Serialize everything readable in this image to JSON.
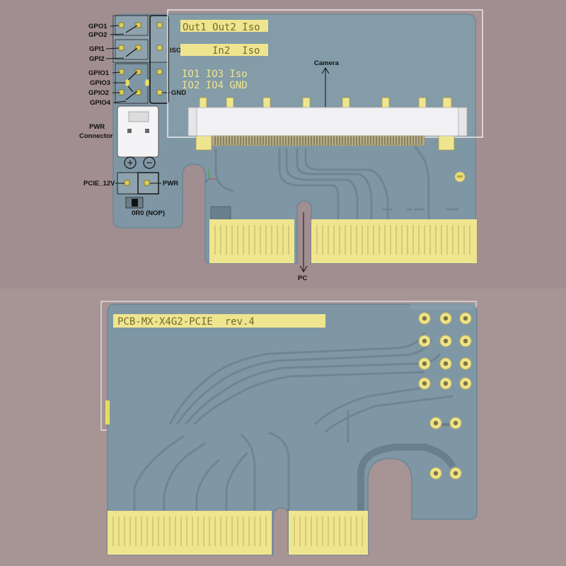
{
  "top_view": {
    "pin_labels_left": [
      "GPO1",
      "GPO2",
      "GPI1",
      "GPI2",
      "GPIO1",
      "GPIO3",
      "GPIO2",
      "GPIO4"
    ],
    "iso_gnd": "ISO_GND",
    "gnd": "GND",
    "pwr_connector": [
      "PWR",
      "Connector"
    ],
    "plus": "+",
    "minus": "−",
    "pcie_12v": "PCIE_12V",
    "pwr": "PWR",
    "resistor": "0R0 (NOP)",
    "camera": "Camera",
    "pc": "PC",
    "silk_row1": "Out1 Out2 Iso",
    "silk_row2": "In2  Iso",
    "silk_row3": "IO1 IO3 Iso",
    "silk_row4": "IO2 IO4 GND"
  },
  "bottom_view": {
    "board_title": "PCB-MX-X4G2-PCIE  rev.4"
  },
  "colors": {
    "background": "#a18e90",
    "board": "#7f97a5",
    "board_edge": "#6d8593",
    "copper": "#f0e58f",
    "pad": "#e5d56a",
    "trace": "#6f8591",
    "silk": "#6f6b30",
    "connector": "#f1f1f3",
    "highlight_box": "#ffffff"
  }
}
